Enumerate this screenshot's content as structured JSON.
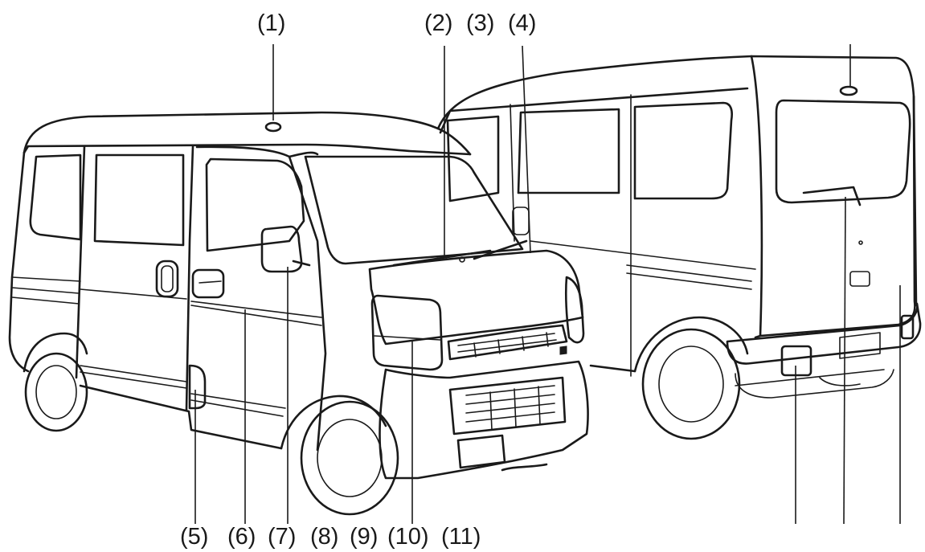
{
  "diagram": {
    "callouts": {
      "c1": "(1)",
      "c2": "(2)",
      "c3": "(3)",
      "c4": "(4)",
      "c5": "(5)",
      "c6": "(6)",
      "c7": "(7)",
      "c8": "(8)",
      "c9": "(9)",
      "c10": "(10)",
      "c11": "(11)"
    }
  }
}
